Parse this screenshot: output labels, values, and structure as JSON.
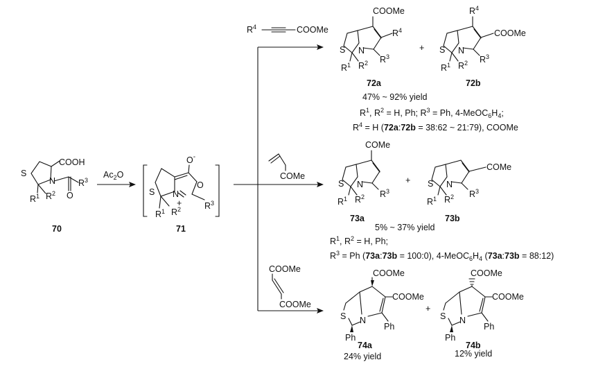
{
  "labels": {
    "sm": {
      "cooh": "COOH",
      "s": "S",
      "n": "N",
      "o": "O",
      "r3": "R",
      "r3sup": "3",
      "r1": "R",
      "r1sup": "1",
      "r2": "R",
      "r2sup": "2",
      "num": "70"
    },
    "reagent": {
      "main": "Ac",
      "sub": "2",
      "tail": "O"
    },
    "inter": {
      "o_minus": "O",
      "minus": "-",
      "s": "S",
      "n": "N",
      "plus": "+",
      "o": "O",
      "r3": "R",
      "r3sup": "3",
      "r1": "R",
      "r1sup": "1",
      "r2": "R",
      "r2sup": "2",
      "num": "71"
    },
    "alkyne": {
      "r4": "R",
      "r4sup": "4",
      "ester": "COOMe"
    },
    "p72a": {
      "ester": "COOMe",
      "s": "S",
      "n": "N",
      "r4": "R",
      "r4sup": "4",
      "r3": "R",
      "r3sup": "3",
      "r1": "R",
      "r1sup": "1",
      "r2": "R",
      "r2sup": "2",
      "num": "72a"
    },
    "p72b": {
      "r4": "R",
      "r4sup": "4",
      "ester": "COOMe",
      "s": "S",
      "n": "N",
      "r3": "R",
      "r3sup": "3",
      "r1": "R",
      "r1sup": "1",
      "r2": "R",
      "r2sup": "2",
      "num": "72b"
    },
    "plus": "+",
    "y72": "47% ~ 92% yield",
    "c72_1": {
      "r1": "R",
      "r1sup": "1",
      "mid1": ", R",
      "r2sup": "2",
      "mid2": " = H, Ph; R",
      "r3sup": "3",
      "mid3": " = Ph, 4-MeOC",
      "sub6": "6",
      "h": "H",
      "sub4": "4",
      "end": ";"
    },
    "c72_2": {
      "r": "R",
      "r4sup": "4",
      "a": " = H (",
      "b1": "72a",
      "colon": ":",
      "b2": "72b",
      "c": " = 38:62 ~ 21:79), COOMe"
    },
    "enone": {
      "ketone": "COMe"
    },
    "p73a": {
      "ketone": "COMe",
      "s": "S",
      "n": "N",
      "r3": "R",
      "r3sup": "3",
      "r1": "R",
      "r1sup": "1",
      "r2": "R",
      "r2sup": "2",
      "num": "73a"
    },
    "p73b": {
      "ketone": "COMe",
      "s": "S",
      "n": "N",
      "r3": "R",
      "r3sup": "3",
      "r1": "R",
      "r1sup": "1",
      "r2": "R",
      "r2sup": "2",
      "num": "73b"
    },
    "y73": "5% ~ 37% yield",
    "c73_1": {
      "r1": "R",
      "r1sup": "1",
      "mid": ", R",
      "r2sup": "2",
      "end": " = H, Ph;"
    },
    "c73_2": {
      "r": "R",
      "r3sup": "3",
      "a": " = Ph (",
      "b1": "73a",
      "colon1": ":",
      "b2": "73b",
      "c": " = 100:0), 4-MeOC",
      "sub6": "6",
      "h": "H",
      "sub4": "4",
      "d": " (",
      "b3": "73a",
      "colon2": ":",
      "b4": "73b",
      "e": " = 88:12)"
    },
    "maleate": {
      "top": "COOMe",
      "bottom": "COOMe"
    },
    "p74a": {
      "top": "COOMe",
      "right": "COOMe",
      "s": "S",
      "n": "N",
      "ph1": "Ph",
      "ph2": "Ph",
      "num": "74a"
    },
    "p74b": {
      "top": "COOMe",
      "right": "COOMe",
      "s": "S",
      "n": "N",
      "ph1": "Ph",
      "ph2": "Ph",
      "num": "74b"
    },
    "y74a": "24% yield",
    "y74b": "12% yield"
  }
}
